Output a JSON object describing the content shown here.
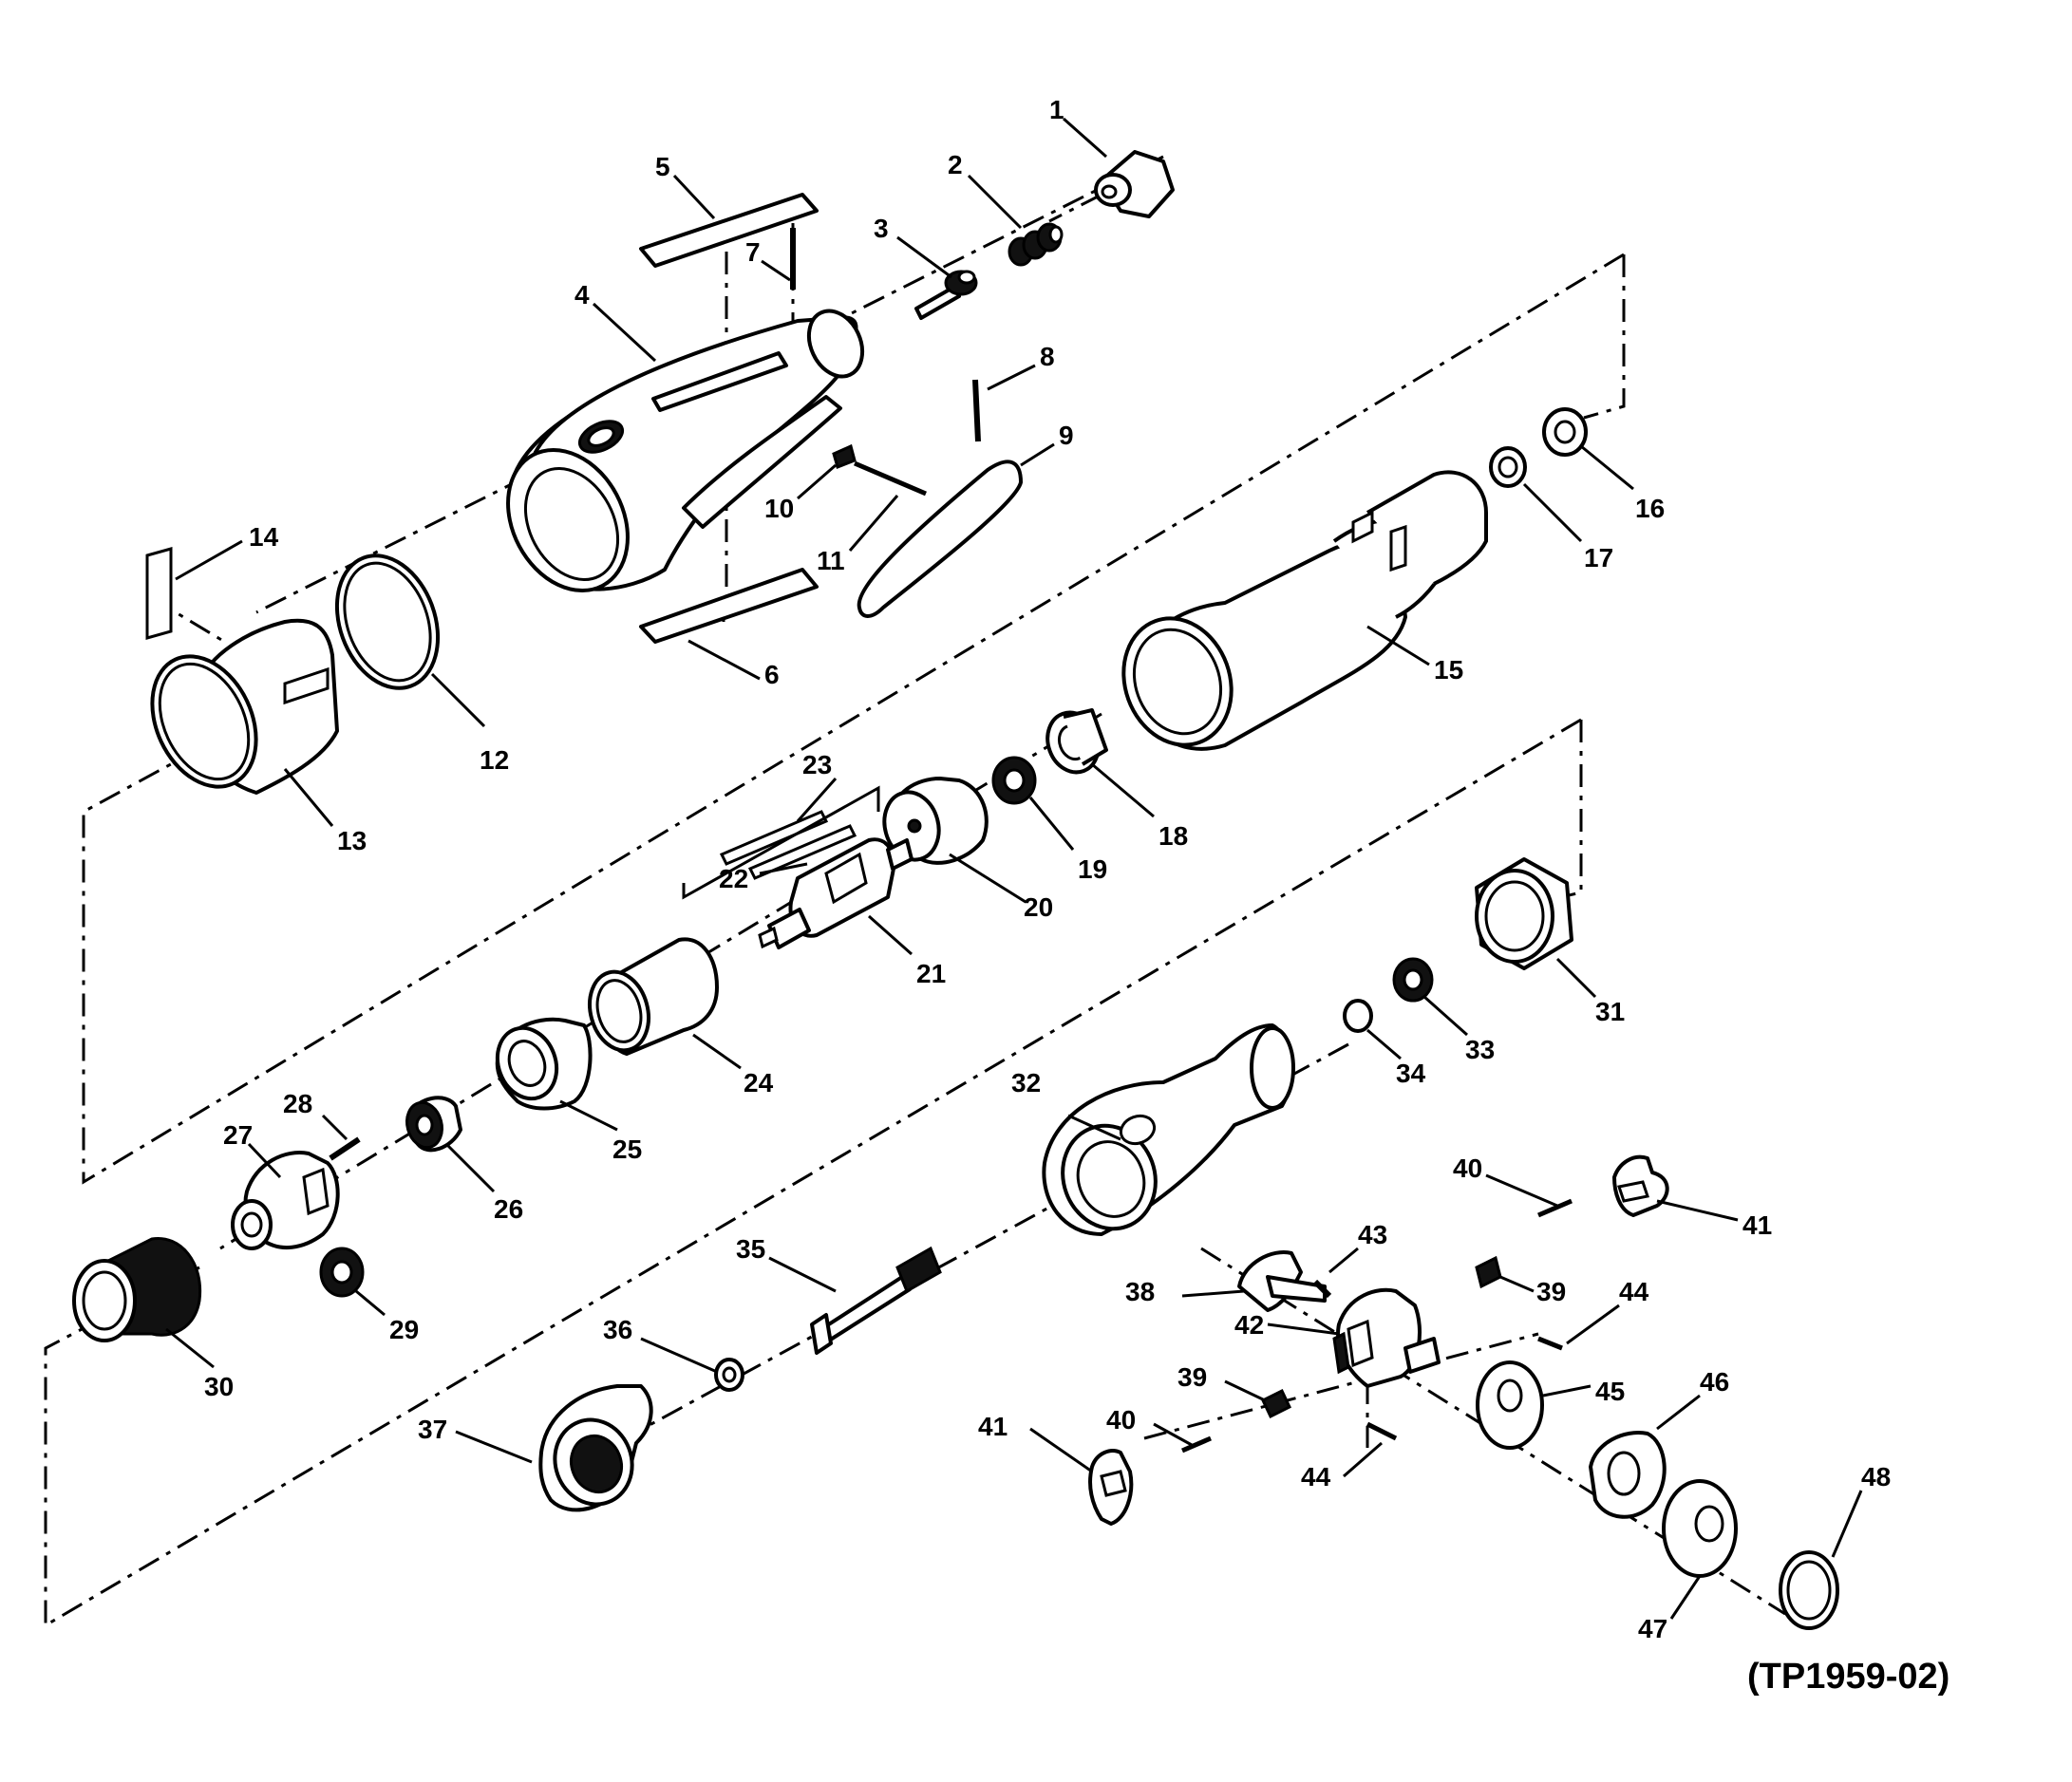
{
  "figure_reference": "(TP1959-02)",
  "parts": [
    {
      "num": "1"
    },
    {
      "num": "2"
    },
    {
      "num": "3"
    },
    {
      "num": "4"
    },
    {
      "num": "5"
    },
    {
      "num": "6"
    },
    {
      "num": "7"
    },
    {
      "num": "8"
    },
    {
      "num": "9"
    },
    {
      "num": "10"
    },
    {
      "num": "11"
    },
    {
      "num": "12"
    },
    {
      "num": "13"
    },
    {
      "num": "14"
    },
    {
      "num": "15"
    },
    {
      "num": "16"
    },
    {
      "num": "17"
    },
    {
      "num": "18"
    },
    {
      "num": "19"
    },
    {
      "num": "20"
    },
    {
      "num": "21"
    },
    {
      "num": "22"
    },
    {
      "num": "23"
    },
    {
      "num": "24"
    },
    {
      "num": "25"
    },
    {
      "num": "26"
    },
    {
      "num": "27"
    },
    {
      "num": "28"
    },
    {
      "num": "29"
    },
    {
      "num": "30"
    },
    {
      "num": "31"
    },
    {
      "num": "32"
    },
    {
      "num": "33"
    },
    {
      "num": "34"
    },
    {
      "num": "35"
    },
    {
      "num": "36"
    },
    {
      "num": "37"
    },
    {
      "num": "38"
    },
    {
      "num": "39"
    },
    {
      "num": "40"
    },
    {
      "num": "41"
    },
    {
      "num": "42"
    },
    {
      "num": "43"
    },
    {
      "num": "44"
    },
    {
      "num": "45"
    },
    {
      "num": "46"
    },
    {
      "num": "47"
    },
    {
      "num": "48"
    },
    {
      "num": "39"
    },
    {
      "num": "40"
    },
    {
      "num": "41"
    },
    {
      "num": "44"
    }
  ]
}
